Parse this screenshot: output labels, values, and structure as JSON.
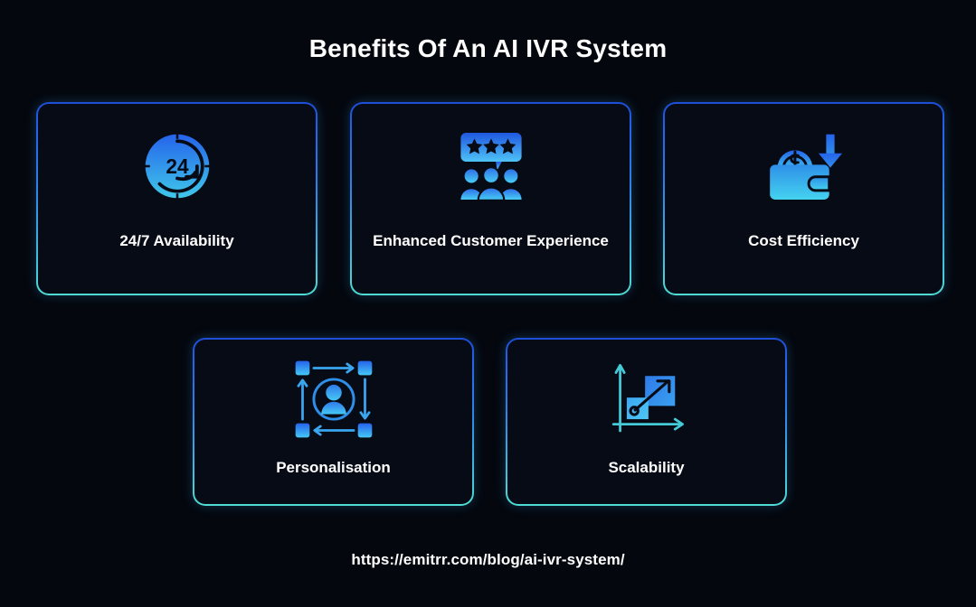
{
  "title": "Benefits Of An AI IVR System",
  "footer": {
    "url": "https://emitrr.com/blog/ai-ivr-system/"
  },
  "theme": {
    "background": "#04070e",
    "card_fill": "#070b15",
    "border_top": "#2563eb",
    "border_bottom": "#4fdcd4",
    "icon_top": "#2563eb",
    "icon_bottom": "#38bdf8",
    "text": "#ffffff"
  },
  "cards": [
    {
      "label": "24/7 Availability",
      "icon": "clock-24-7-icon",
      "row": 1
    },
    {
      "label": "Enhanced Customer Experience",
      "icon": "star-rating-people-icon",
      "row": 1
    },
    {
      "label": "Cost Efficiency",
      "icon": "wallet-coin-down-arrow-icon",
      "row": 1
    },
    {
      "label": "Personalisation",
      "icon": "user-cycle-arrows-icon",
      "row": 2
    },
    {
      "label": "Scalability",
      "icon": "growth-chart-squares-icon",
      "row": 2
    }
  ]
}
